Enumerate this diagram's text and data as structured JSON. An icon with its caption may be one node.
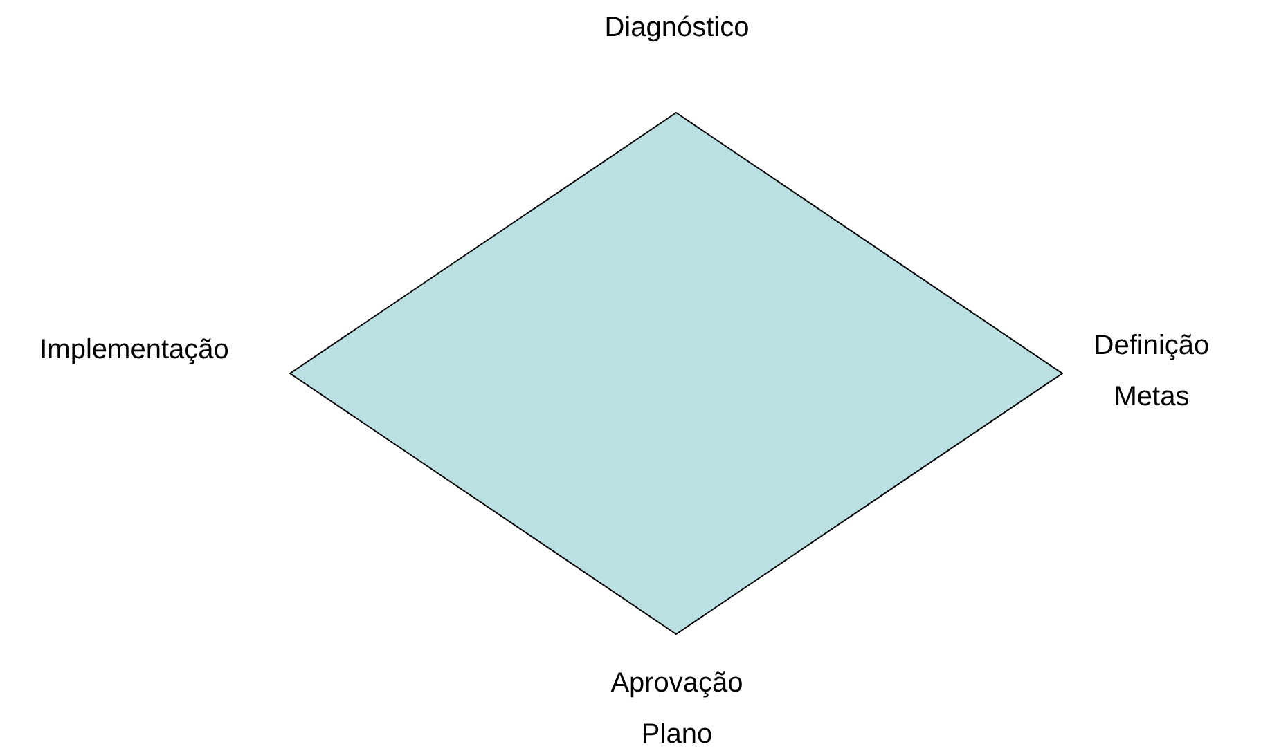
{
  "diagram": {
    "nodes": [
      {
        "text": [],
        "shape": "diamond"
      }
    ],
    "labels": [
      "Diagnóstico",
      "Implementação",
      "Definição Metas",
      "Aprovação Plano"
    ]
  }
}
